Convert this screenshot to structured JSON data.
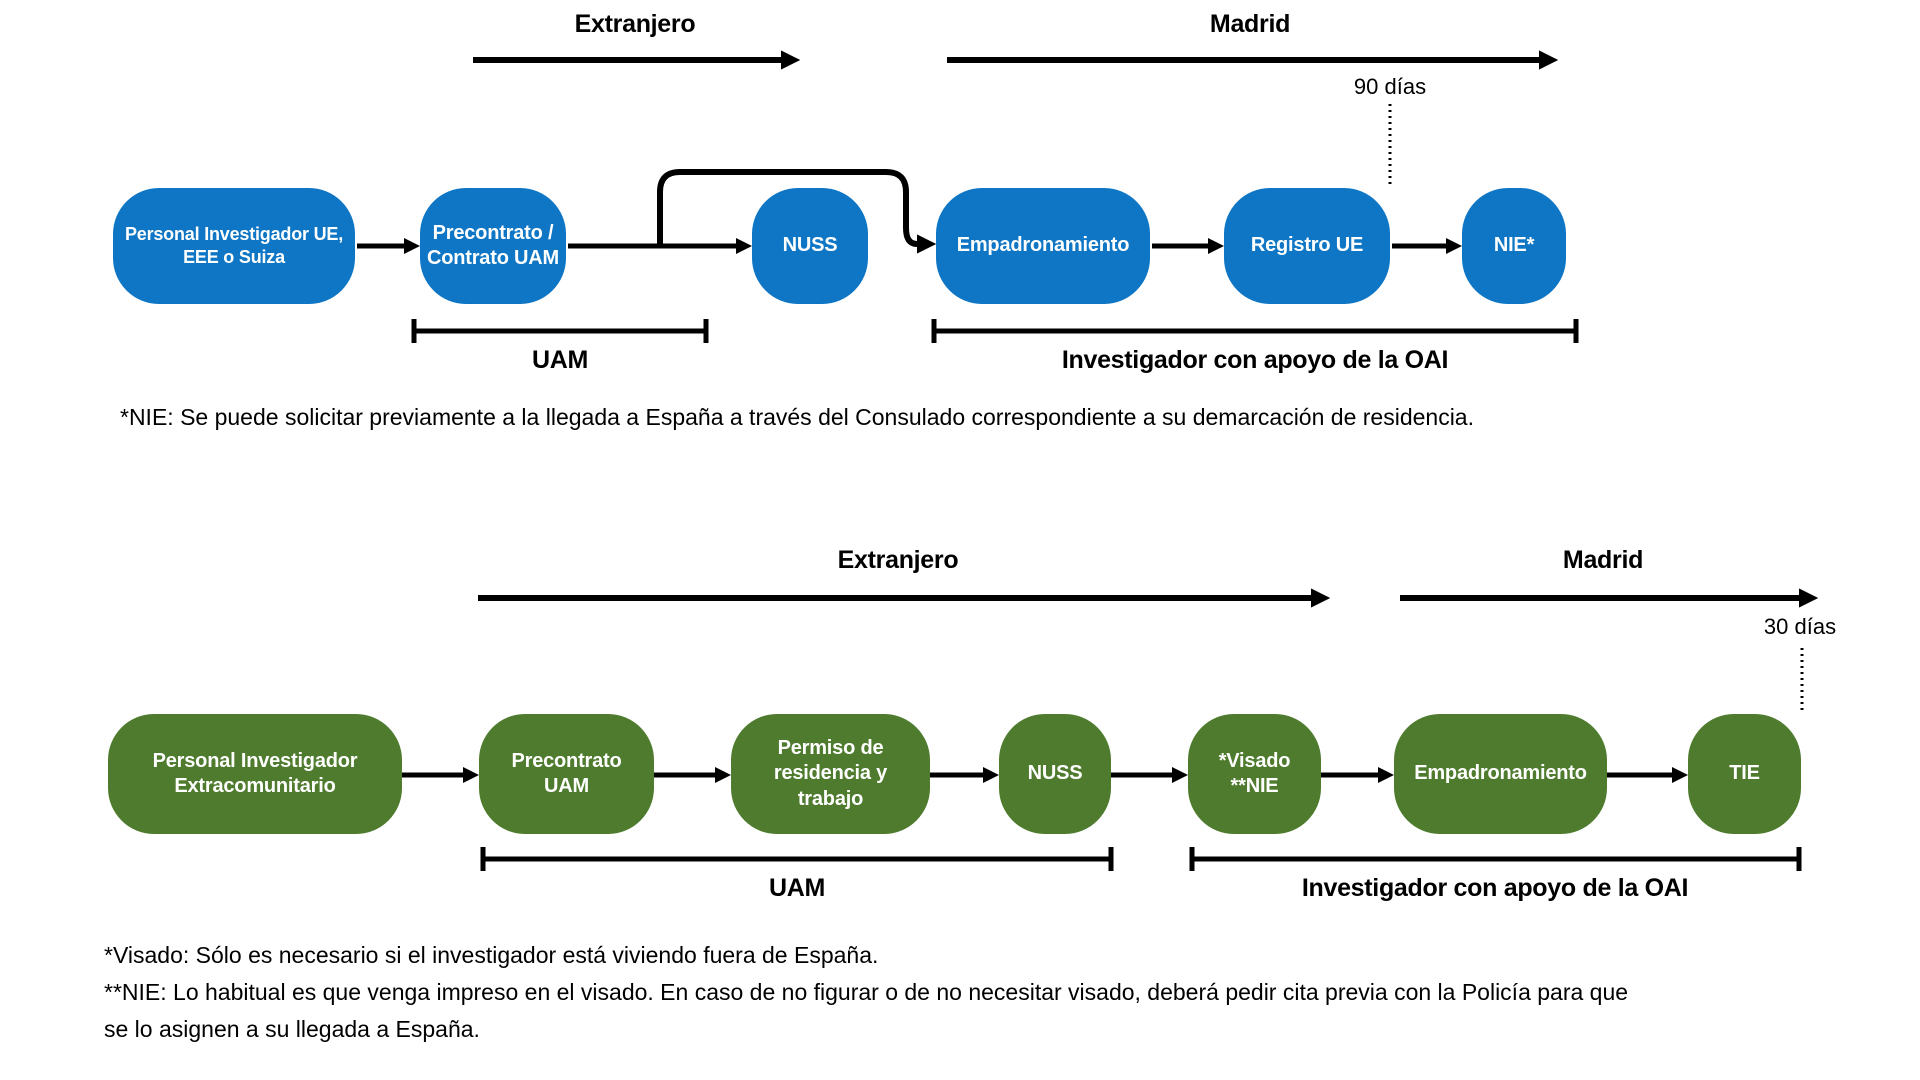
{
  "colors": {
    "node_blue": "#0e76c4",
    "node_green": "#4e7b2d",
    "ink": "#000000"
  },
  "diagram_eu": {
    "phase_labels": {
      "extranjero": "Extranjero",
      "madrid": "Madrid"
    },
    "deadline_label": "90 días",
    "nodes": [
      {
        "label": "Personal Investigador UE,\nEEE o Suiza"
      },
      {
        "label": "Precontrato /\nContrato UAM"
      },
      {
        "label": "NUSS"
      },
      {
        "label": "Empadronamiento"
      },
      {
        "label": "Registro UE"
      },
      {
        "label": "NIE*"
      }
    ],
    "brackets": {
      "uam": "UAM",
      "oai": "Investigador con apoyo de la OAI"
    },
    "footnote": "*NIE: Se puede solicitar previamente a la llegada a España a través del Consulado correspondiente a su demarcación de residencia."
  },
  "diagram_extracomunitario": {
    "phase_labels": {
      "extranjero": "Extranjero",
      "madrid": "Madrid"
    },
    "deadline_label": "30 días",
    "nodes": [
      {
        "label": "Personal Investigador\nExtracomunitario"
      },
      {
        "label": "Precontrato\nUAM"
      },
      {
        "label": "Permiso de\nresidencia y\ntrabajo"
      },
      {
        "label": "NUSS"
      },
      {
        "label": "*Visado\n**NIE"
      },
      {
        "label": "Empadronamiento"
      },
      {
        "label": "TIE"
      }
    ],
    "brackets": {
      "uam": "UAM",
      "oai": "Investigador con apoyo de la OAI"
    },
    "footnote_lines": [
      "*Visado: Sólo es necesario si el investigador está viviendo fuera de España.",
      "**NIE: Lo habitual es que venga impreso en el visado. En caso de no figurar o de no necesitar visado, deberá pedir cita previa con la Policía para que",
      "se lo asignen a su llegada a España."
    ]
  }
}
